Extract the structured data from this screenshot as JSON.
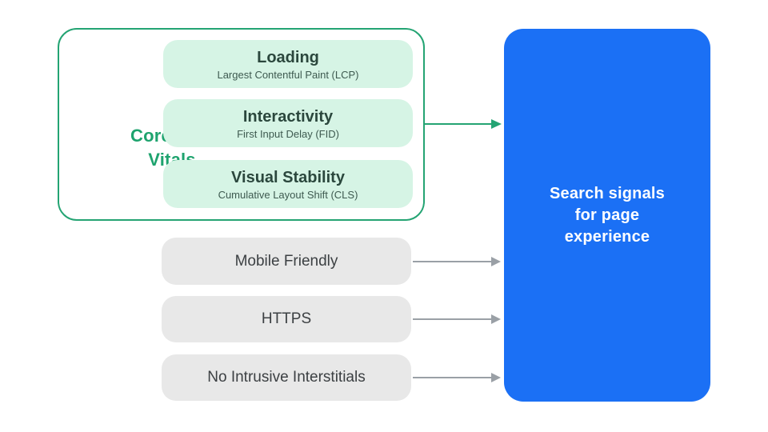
{
  "diagram": {
    "core_web_vitals": {
      "label": "Core Web Vitals",
      "items": [
        {
          "title": "Loading",
          "subtitle": "Largest Contentful Paint (LCP)"
        },
        {
          "title": "Interactivity",
          "subtitle": "First Input Delay (FID)"
        },
        {
          "title": "Visual Stability",
          "subtitle": "Cumulative Layout Shift (CLS)"
        }
      ]
    },
    "other_signals": [
      {
        "label": "Mobile Friendly"
      },
      {
        "label": "HTTPS"
      },
      {
        "label": "No Intrusive Interstitials"
      }
    ],
    "result": {
      "label": "Search signals for page experience"
    },
    "colors": {
      "green_accent": "#24a473",
      "green_text": "#1ea36e",
      "green_box_fill": "#d6f4e5",
      "vital_title_text": "#2b473d",
      "gray_box_fill": "#e8e8e8",
      "gray_text": "#3c4043",
      "gray_arrow": "#9aa0a6",
      "blue_box_fill": "#1b70f5",
      "blue_box_text": "#ffffff"
    }
  }
}
